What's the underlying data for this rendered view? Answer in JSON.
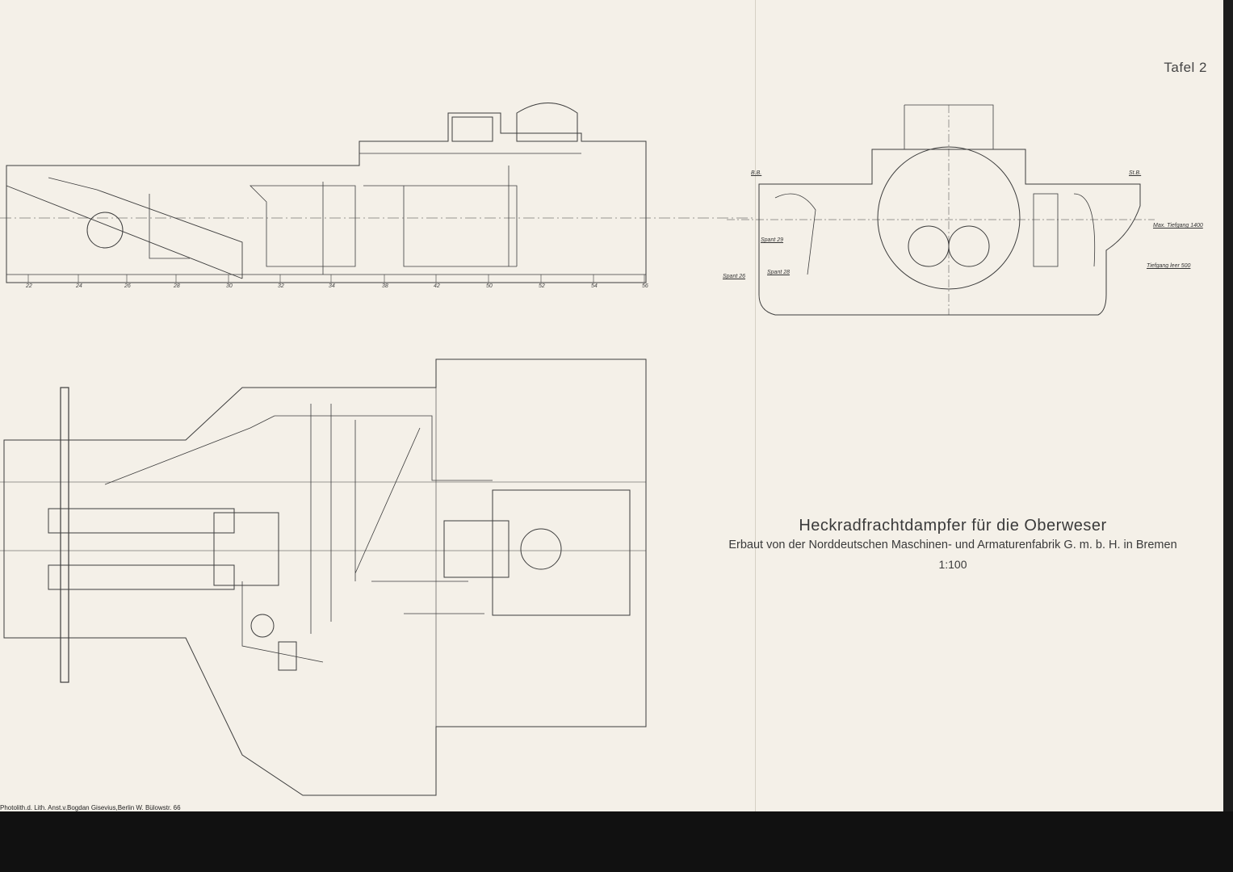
{
  "plate_label": "Tafel 2",
  "title": {
    "main": "Heckradfrachtdampfer für die Oberweser",
    "subtitle": "Erbaut von der Norddeutschen Maschinen- und Armaturenfabrik G. m. b. H. in Bremen",
    "scale": "1:100"
  },
  "imprint": "Photolith.d. Lith. Anst.v.Bogdan Gisevius,Berlin W. Bülowstr. 66",
  "elevation": {
    "frame_numbers": [
      "22",
      "24",
      "26",
      "28",
      "30",
      "32",
      "34",
      "38",
      "42",
      "50",
      "52",
      "54",
      "56"
    ]
  },
  "cross_section": {
    "port_label": "B.B.",
    "starboard_label": "St.B.",
    "max_draft": "Max. Tiefgang 1400",
    "light_draft": "Tiefgang leer 500",
    "frame_labels": [
      "Spant 26",
      "Spant 28",
      "Spant 29"
    ]
  },
  "colors": {
    "paper": "#f4f0e8",
    "ink": "#3a3a3a"
  }
}
